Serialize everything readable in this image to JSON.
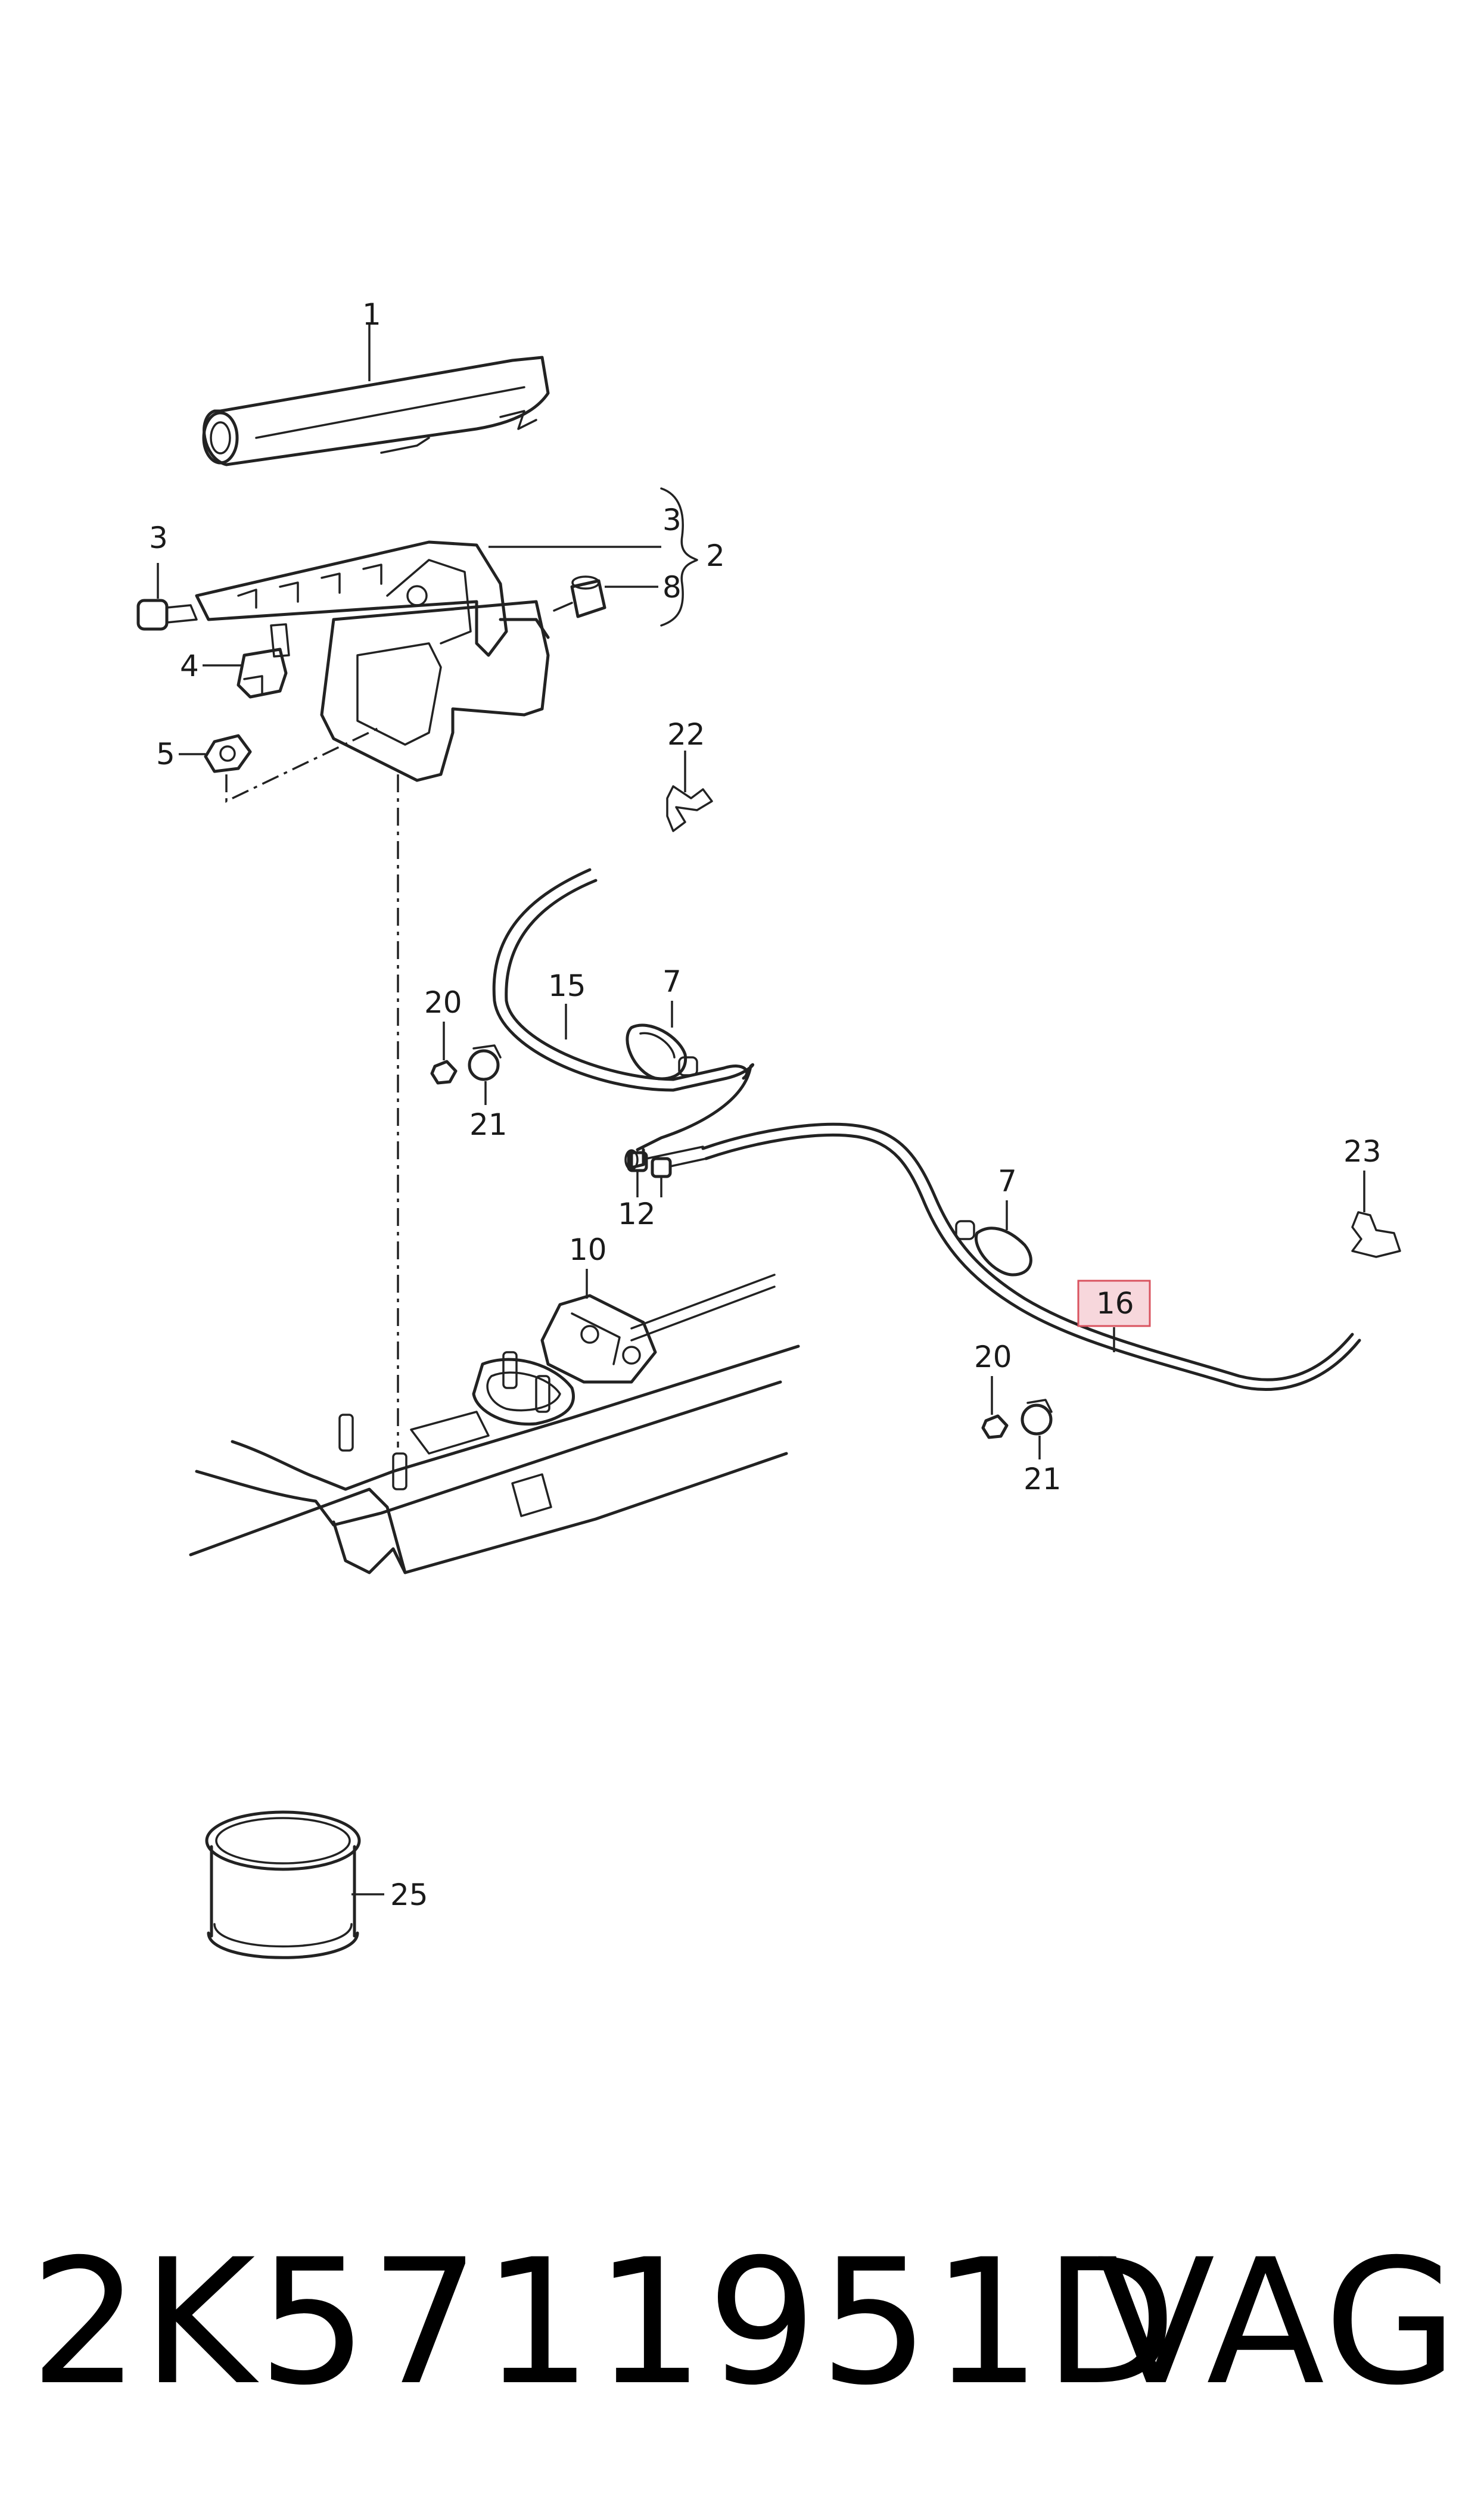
{
  "diagram": {
    "highlight_color": "#f7d7dc",
    "highlight_border": "#d9535f",
    "callouts": {
      "c1": "1",
      "c2": "2",
      "c3a": "3",
      "c3b": "3",
      "c4": "4",
      "c5": "5",
      "c7a": "7",
      "c7b": "7",
      "c8": "8",
      "c10": "10",
      "c12": "12",
      "c15": "15",
      "c16": "16",
      "c20a": "20",
      "c20b": "20",
      "c21a": "21",
      "c21b": "21",
      "c22": "22",
      "c23": "23",
      "c25": "25"
    }
  },
  "footer": {
    "part_number": "2K5711951D",
    "brand": "VAG"
  }
}
